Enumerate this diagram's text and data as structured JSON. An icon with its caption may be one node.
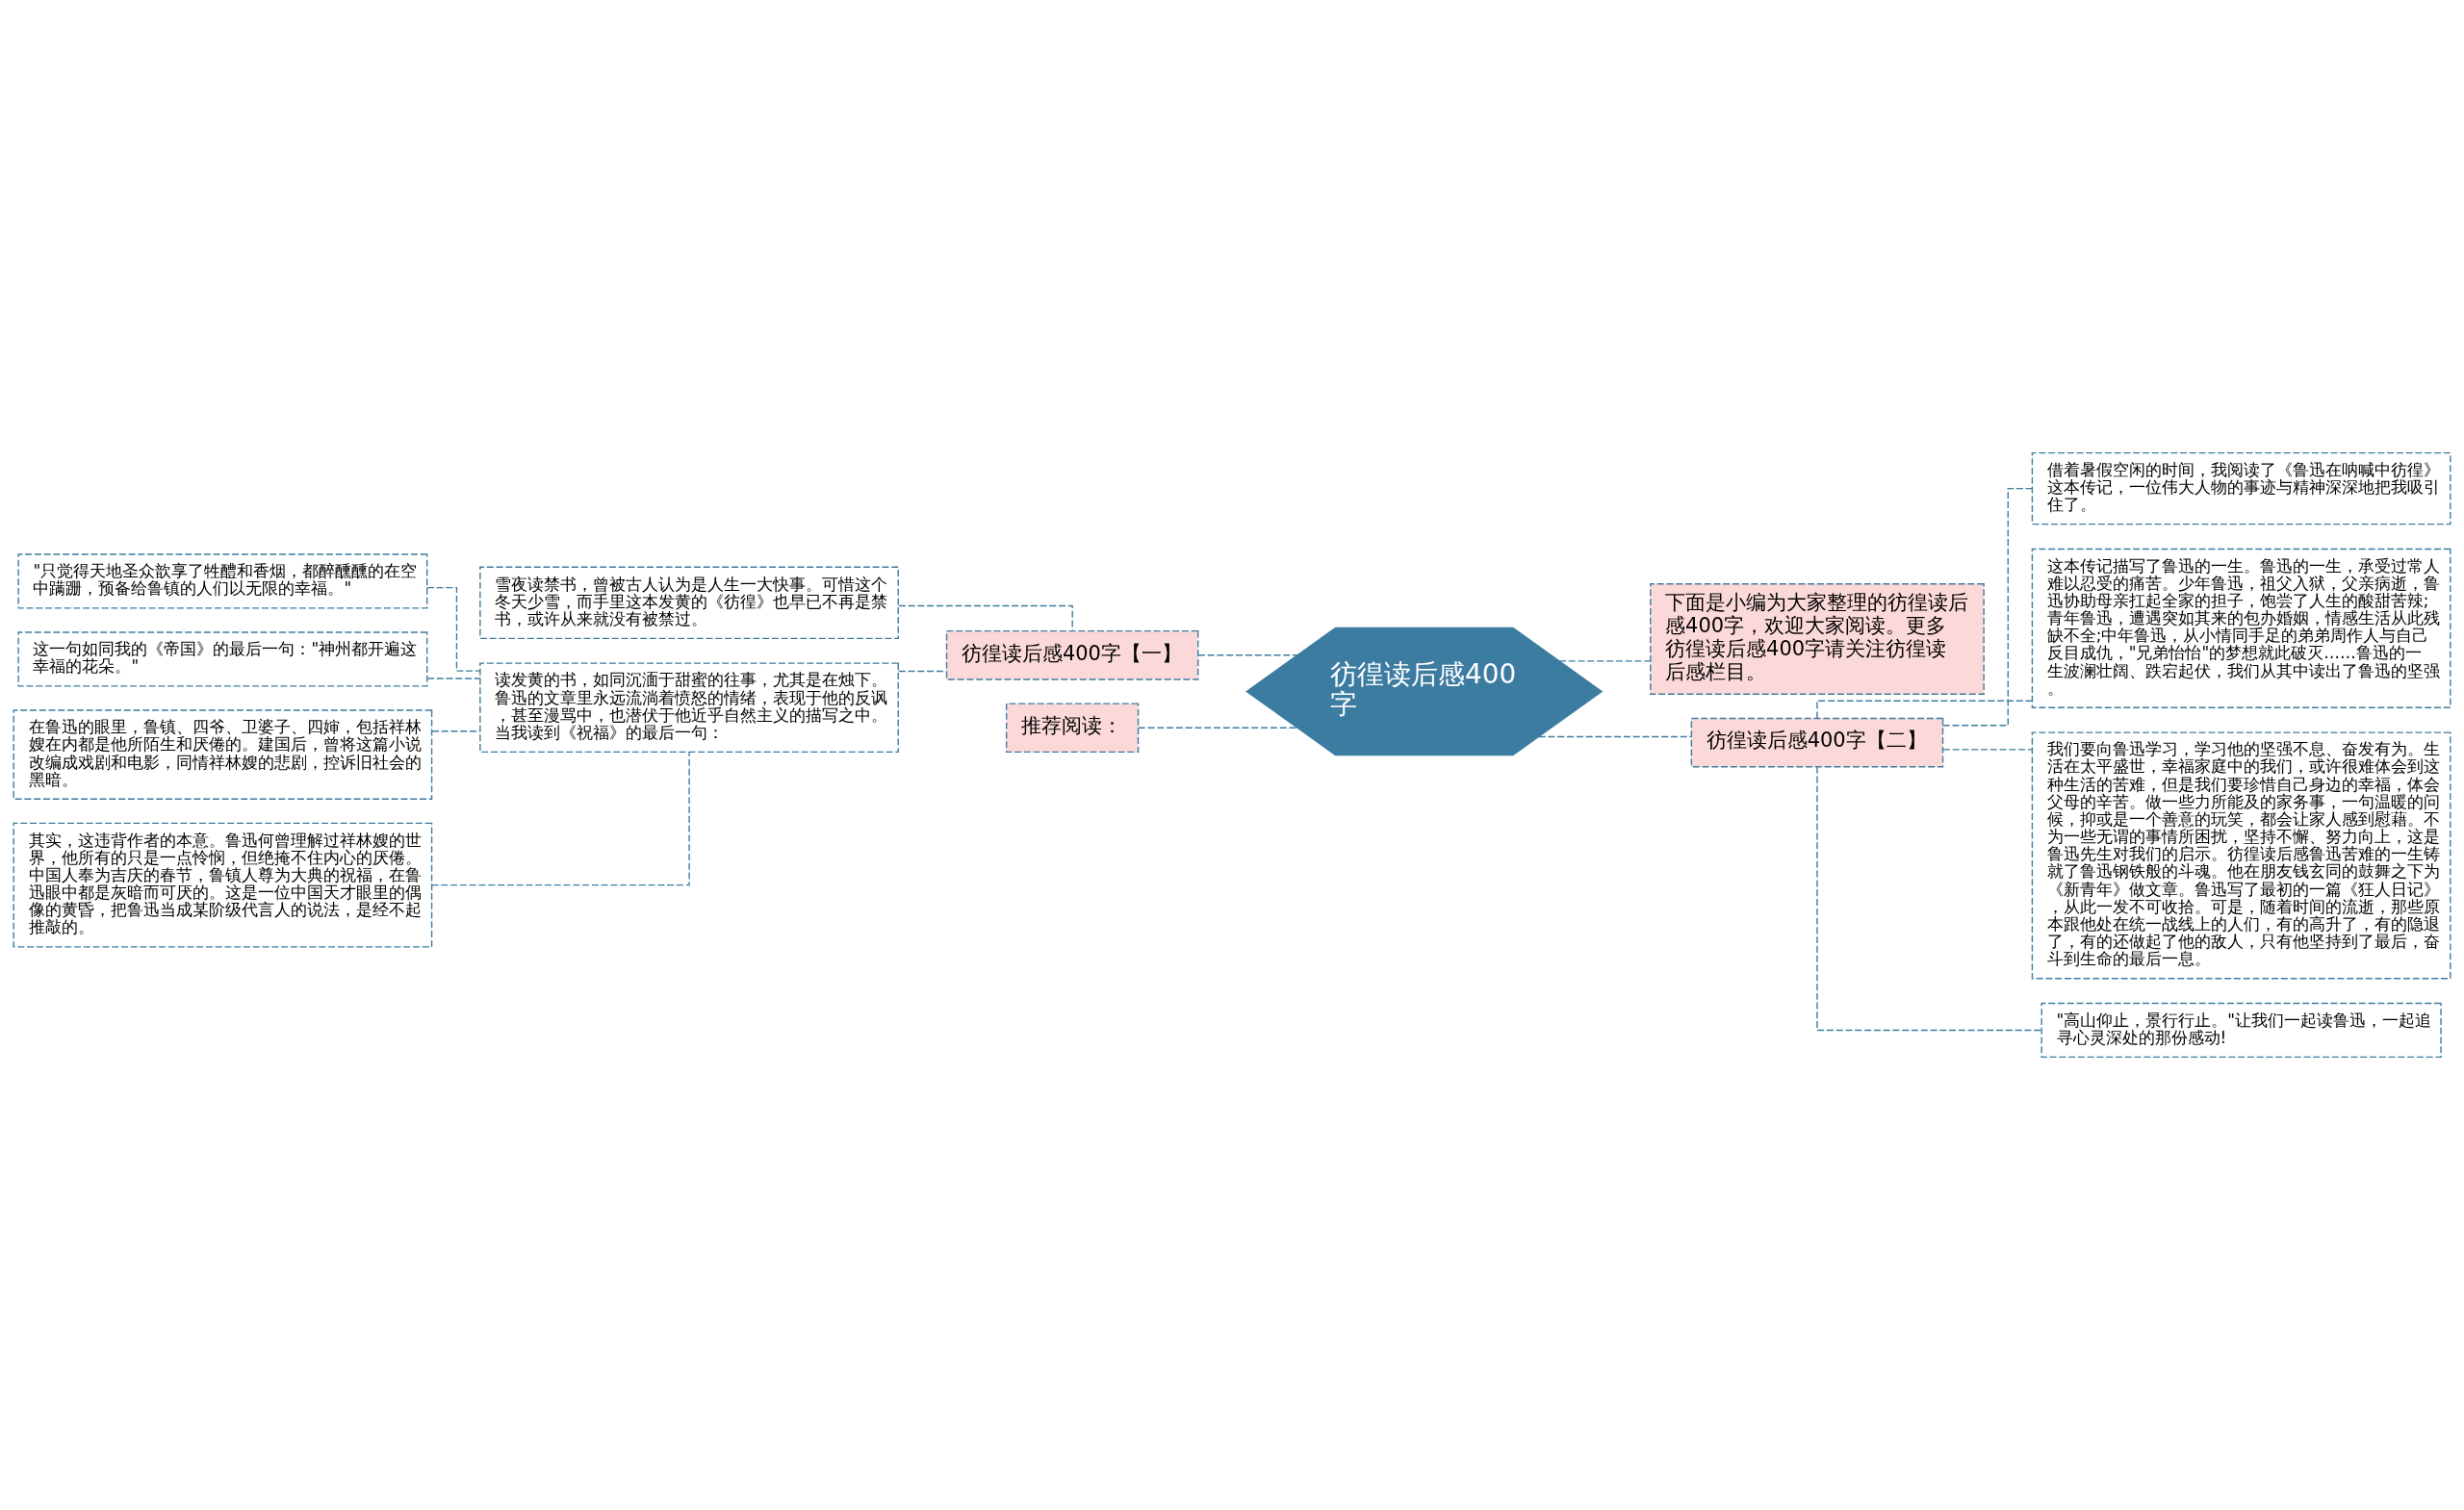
{
  "diagram": {
    "nodes": [
      {
        "text": [
          "彷徨读后感400字"
        ]
      },
      {
        "text": [
          "彷徨读后感400字【一】"
        ]
      },
      {
        "text": [
          "雪夜读禁书，曾被古人认为是人生一大快事。可惜这个冬天少雪，而手里这本发黄的《彷徨》也早已不再是禁书，或许从来就没有被禁过。"
        ]
      },
      {
        "text": [
          "读发黄的书，如同沉湎于甜蜜的往事，尤其是在烛下。鲁迅的文章里永远流淌着愤怒的情绪，表现于他的反讽，甚至漫骂中，也潜伏于他近乎自然主义的描写之中。当我读到《祝福》的最后一句："
        ]
      },
      {
        "text": [
          "\"只觉得天地圣众歆享了牲醴和香烟，都醉醺醺的在空中蹒跚，预备给鲁镇的人们以无限的幸福。\""
        ]
      },
      {
        "text": [
          "这一句如同我的《帝国》的最后一句：\"神州都开遍这幸福的花朵。\""
        ]
      },
      {
        "text": [
          "在鲁迅的眼里，鲁镇、四爷、卫婆子、四婶，包括祥林嫂在内都是他所陌生和厌倦的。建国后，曾将这篇小说改编成戏剧和电影，同情祥林嫂的悲剧，控诉旧社会的黑暗。"
        ]
      },
      {
        "text": [
          "其实，这违背作者的本意。鲁迅何曾理解过祥林嫂的世界，他所有的只是一点怜悯，但绝掩不住内心的厌倦。中国人奉为吉庆的春节，鲁镇人尊为大典的祝福，在鲁迅眼中都是灰暗而可厌的。这是一位中国天才眼里的偶像的黄昏，把鲁迅当成某阶级代言人的说法，是经不起推敲的。"
        ]
      },
      {
        "text": [
          "推荐阅读："
        ]
      },
      {
        "text": [
          "下面是小编为大家整理的彷徨读后感400字，欢迎大家阅读。更多彷徨读后感400字请关注彷徨读后感栏目。"
        ]
      },
      {
        "text": [
          "彷徨读后感400字【二】"
        ]
      },
      {
        "text": [
          "借着暑假空闲的时间，我阅读了《鲁迅在呐喊中彷徨》这本传记，一位伟大人物的事迹与精神深深地把我吸引住了。"
        ]
      },
      {
        "text": [
          "这本传记描写了鲁迅的一生。鲁迅的一生，承受过常人难以忍受的痛苦。少年鲁迅，祖父入狱，父亲病逝，鲁迅协助母亲扛起全家的担子，饱尝了人生的酸甜苦辣;青年鲁迅，遭遇突如其来的包办婚姻，情感生活从此残缺不全;中年鲁迅，从小情同手足的弟弟周作人与自己反目成仇，\"兄弟怡怡\"的梦想就此破灭……鲁迅的一生波澜壮阔、跌宕起伏，我们从其中读出了鲁迅的坚强。"
        ]
      },
      {
        "text": [
          "我们要向鲁迅学习，学习他的坚强不息、奋发有为。生活在太平盛世，幸福家庭中的我们，或许很难体会到这种生活的苦难，但是我们要珍惜自己身边的幸福，体会父母的辛苦。做一些力所能及的家务事，一句温暖的问候，抑或是一个善意的玩笑，都会让家人感到慰藉。不为一些无谓的事情所困扰，坚持不懈、努力向上，这是鲁迅先生对我们的启示。彷徨读后感鲁迅苦难的一生铸就了鲁迅钢铁般的斗魂。他在朋友钱玄同的鼓舞之下为《新青年》做文章。鲁迅写了最初的一篇《狂人日记》，从此一发不可收拾。可是，随着时间的流逝，那些原本跟他处在统一战线上的人们，有的高升了，有的隐退了，有的还做起了他的敌人，只有他坚持到了最后，奋斗到生命的最后一息。"
        ]
      },
      {
        "text": [
          "\"高山仰止，景行行止。\"让我们一起读鲁迅，一起追寻心灵深处的那份感动!"
        ]
      }
    ],
    "edges": [
      {
        "from": 0,
        "to": 1,
        "arrow": "none",
        "style": "dashed"
      },
      {
        "from": 1,
        "to": 2,
        "arrow": "none",
        "style": "dashed"
      },
      {
        "from": 1,
        "to": 3,
        "arrow": "none",
        "style": "dashed"
      },
      {
        "from": 3,
        "to": 4,
        "arrow": "none",
        "style": "dashed"
      },
      {
        "from": 3,
        "to": 5,
        "arrow": "none",
        "style": "dashed"
      },
      {
        "from": 3,
        "to": 6,
        "arrow": "none",
        "style": "dashed"
      },
      {
        "from": 3,
        "to": 7,
        "arrow": "none",
        "style": "dashed"
      },
      {
        "from": 0,
        "to": 8,
        "arrow": "none",
        "style": "dashed"
      },
      {
        "from": 0,
        "to": 9,
        "arrow": "none",
        "style": "dashed"
      },
      {
        "from": 0,
        "to": 10,
        "arrow": "none",
        "style": "dashed"
      },
      {
        "from": 10,
        "to": 11,
        "arrow": "none",
        "style": "dashed"
      },
      {
        "from": 10,
        "to": 12,
        "arrow": "none",
        "style": "dashed"
      },
      {
        "from": 10,
        "to": 13,
        "arrow": "none",
        "style": "dashed"
      },
      {
        "from": 10,
        "to": 14,
        "arrow": "none",
        "style": "dashed"
      }
    ]
  }
}
